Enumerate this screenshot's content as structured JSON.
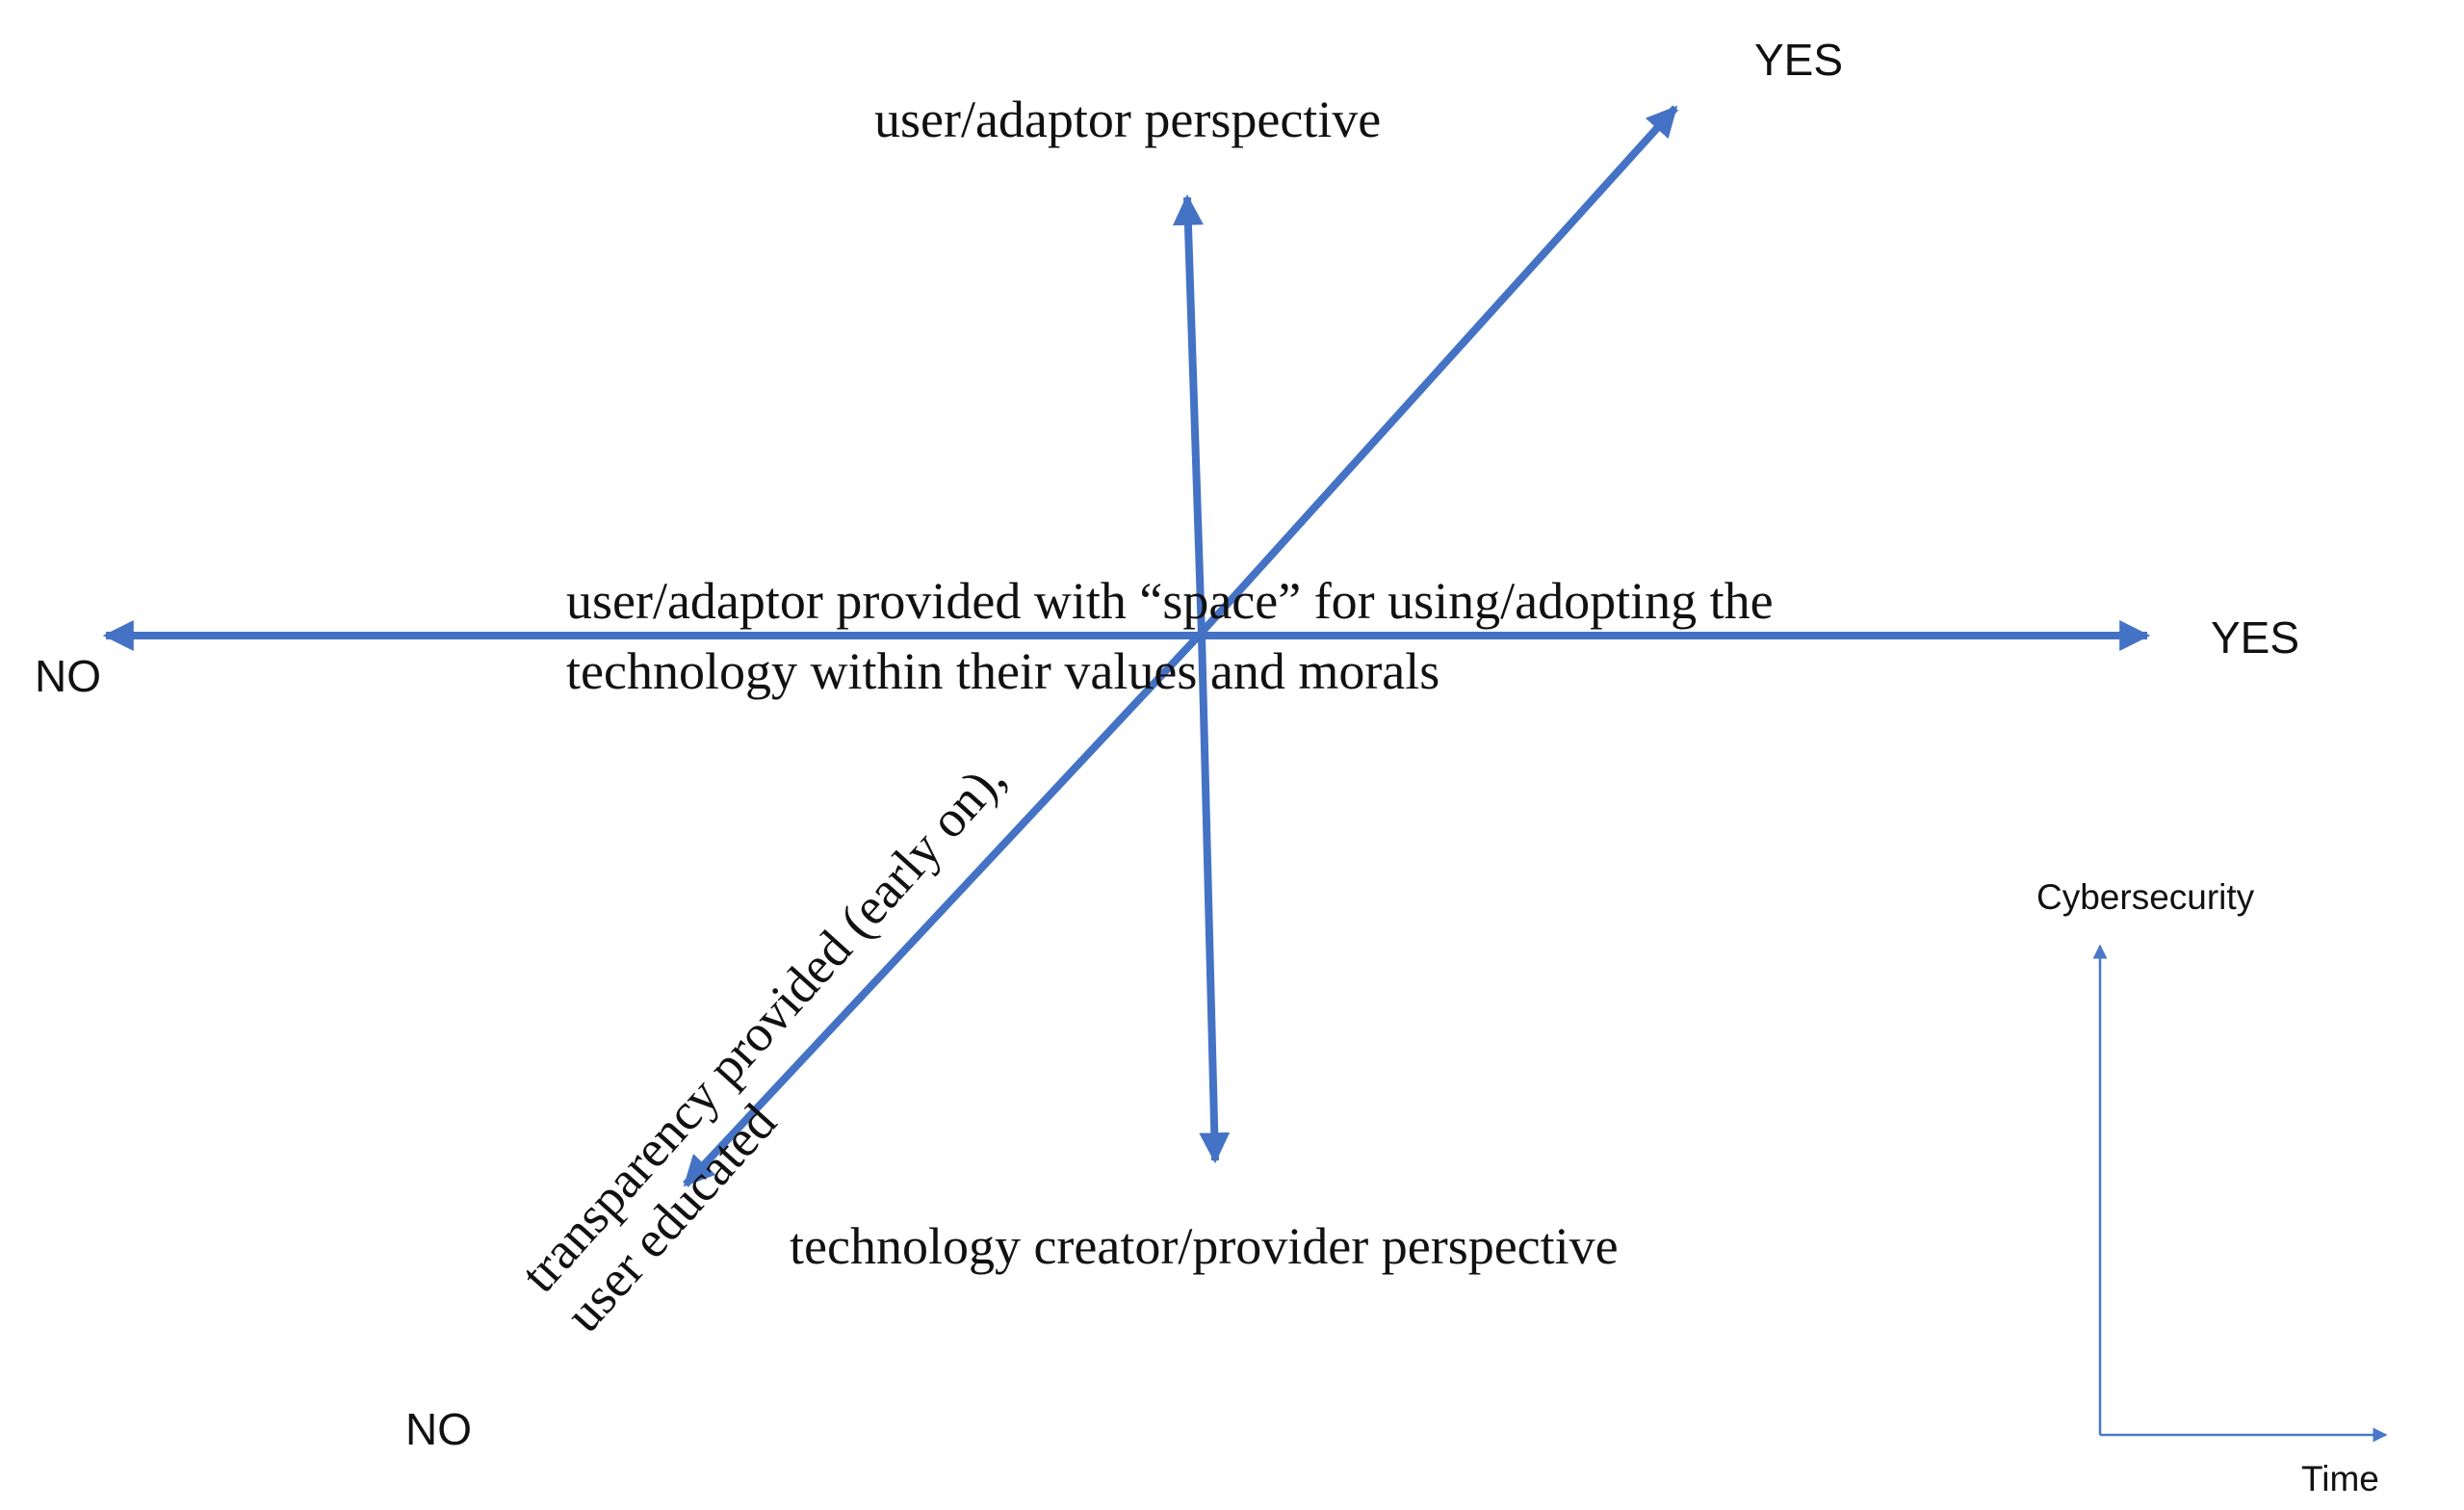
{
  "colors": {
    "axis": "#4472c4",
    "text": "#111111",
    "background": "#ffffff"
  },
  "labels": {
    "top_yes": "YES",
    "right_yes": "YES",
    "left_no": "NO",
    "bottom_no": "NO",
    "vertical_top": "user/adaptor perspective",
    "vertical_bottom": "technology creator/provider perspective",
    "horizontal_line1": "user/adaptor provided with “space” for using/adopting the",
    "horizontal_line2": "technology within their values and morals",
    "diagonal_line1": "transparency provided (early on),",
    "diagonal_line2": "user educated"
  },
  "inset": {
    "y_label": "Cybersecurity",
    "x_label": "Time"
  }
}
